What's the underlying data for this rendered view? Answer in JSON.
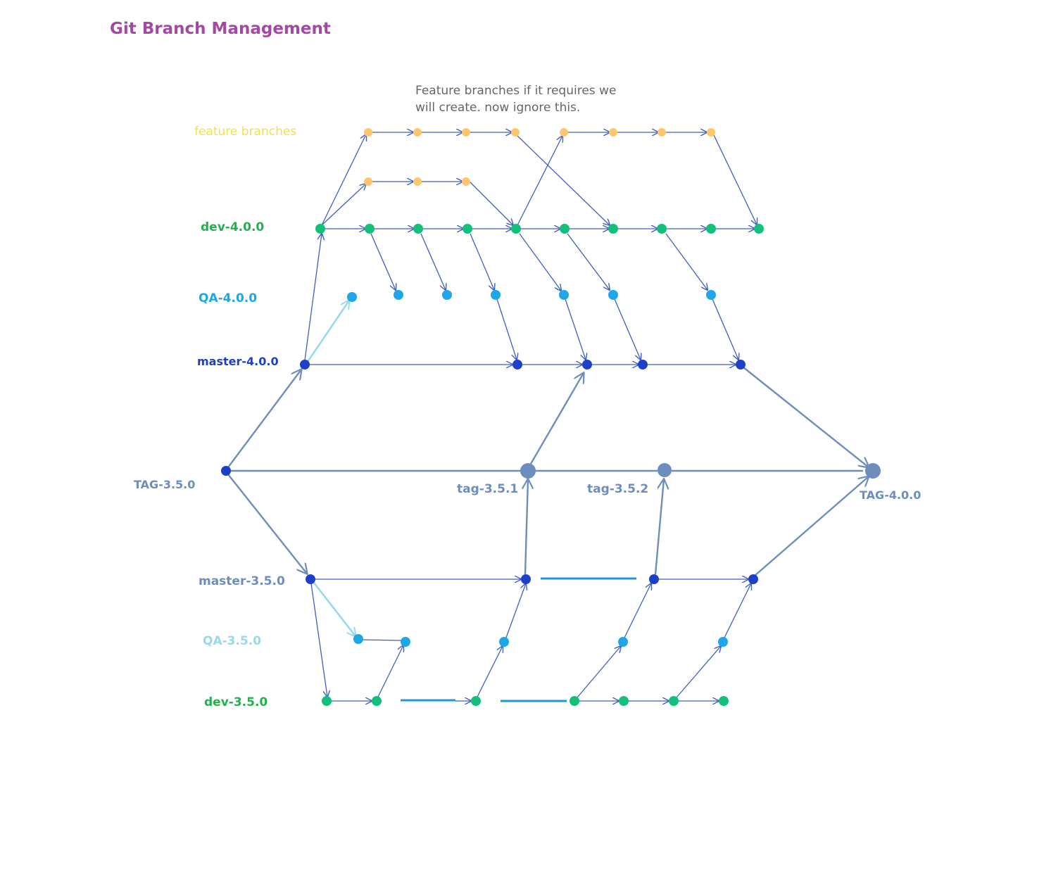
{
  "title": "Git Branch Management",
  "note_line1": "Feature branches if it requires we",
  "note_line2": "will create. now ignore this.",
  "branches": {
    "feature": "feature branches",
    "dev40": "dev-4.0.0",
    "qa40": "QA-4.0.0",
    "master40": "master-4.0.0",
    "tag350": "TAG-3.5.0",
    "master35": "master-3.5.0",
    "qa35": "QA-3.5.0",
    "dev35": "dev-3.5.0"
  },
  "tags": {
    "tag351": "tag-3.5.1",
    "tag352": "tag-3.5.2",
    "tag400": "TAG-4.0.0"
  },
  "colors": {
    "title": "#a349a4",
    "feature": "#ffc66e",
    "feature_label": "#f3e04a",
    "dev": "#12c07a",
    "dev_label": "#22b14c",
    "qa": "#1ea6e8",
    "qa40_label": "#1ea6e8",
    "qa35_label": "#99d9ea",
    "master": "#1e40c8",
    "master40_label": "#1e40c8",
    "tag": "#6d8ebd",
    "edge": "#3f5fc0",
    "edge_light": "#99d9ea",
    "edge_cyan": "#1e9bd6"
  }
}
